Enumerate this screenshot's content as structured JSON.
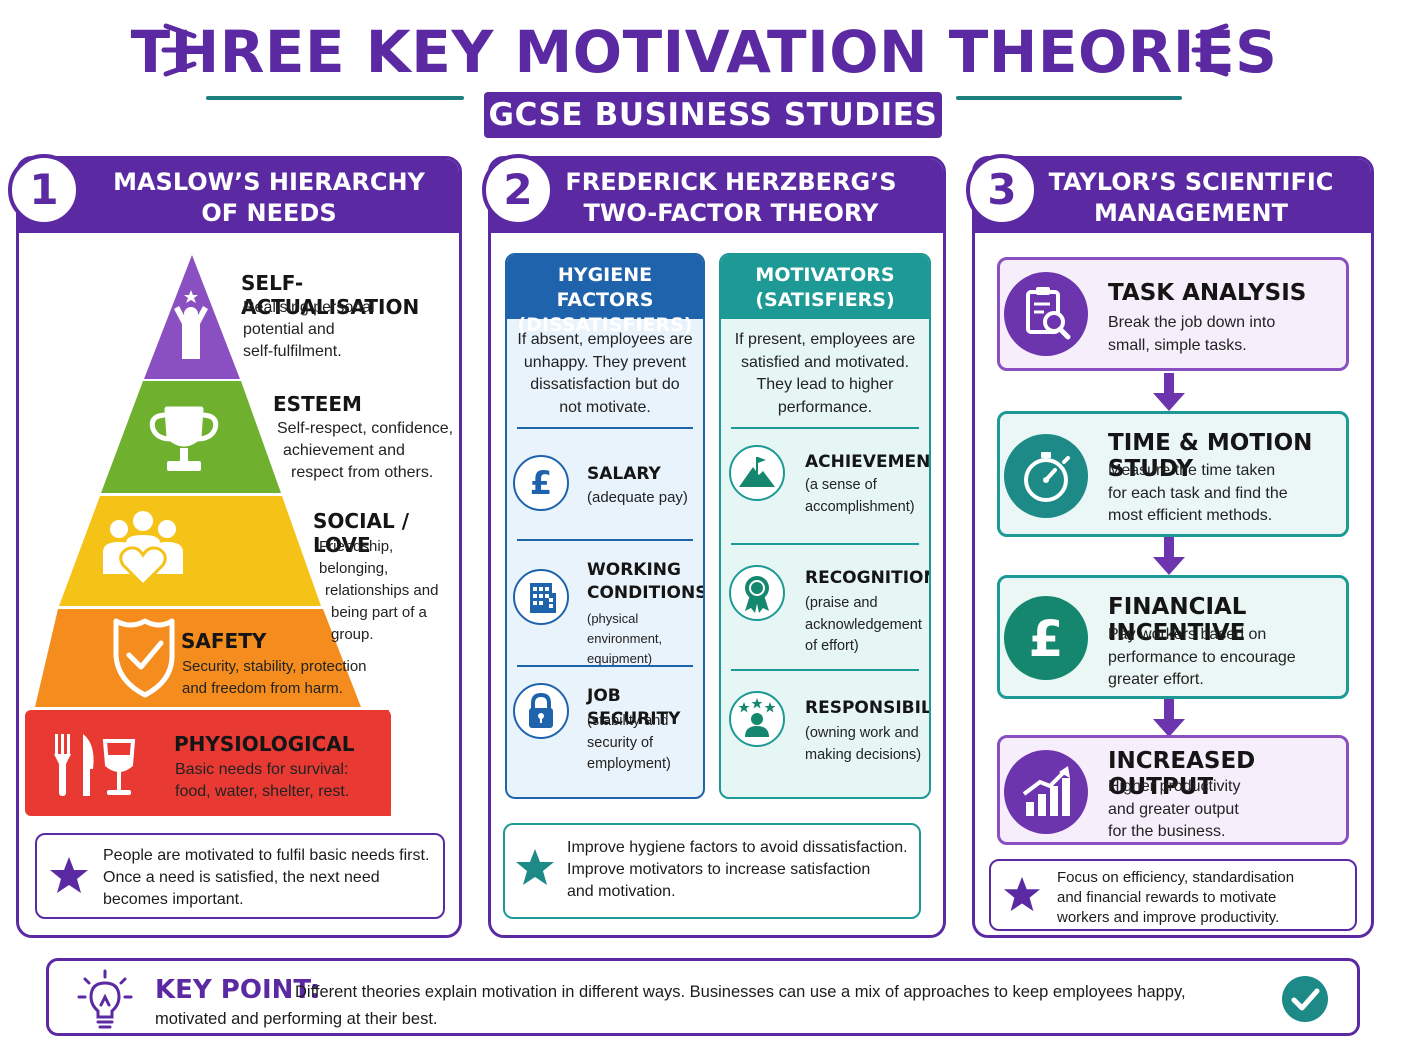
{
  "header": {
    "title": "THREE KEY MOTIVATION THEORIES",
    "subtitle": "GCSE BUSINESS STUDIES"
  },
  "colors": {
    "purple": "#5b2aa3",
    "teal": "#1d8a88",
    "blue": "#1f63ad",
    "green": "#15876e",
    "red": "#e83a32",
    "orange": "#f58d1e",
    "yellow": "#f5c217",
    "lime": "#6fb12f",
    "violet": "#8a4fc0"
  },
  "maslow": {
    "number": "1",
    "title_line1": "MASLOW’S HIERARCHY",
    "title_line2": "OF NEEDS",
    "levels": [
      {
        "name": "SELF-ACTUALISATION",
        "desc": [
          "Realising personal",
          "potential and",
          "self-fulfilment."
        ],
        "icon": "person-star-icon"
      },
      {
        "name": "ESTEEM",
        "desc": [
          "Self-respect, confidence,",
          "achievement and",
          "respect from others."
        ],
        "icon": "trophy-icon"
      },
      {
        "name": "SOCIAL / LOVE",
        "desc": [
          "Friendship, belonging,",
          "relationships and",
          "being part of a group."
        ],
        "icon": "group-heart-icon"
      },
      {
        "name": "SAFETY",
        "desc": [
          "Security, stability, protection",
          "and freedom from harm."
        ],
        "icon": "shield-check-icon"
      },
      {
        "name": "PHYSIOLOGICAL",
        "desc": [
          "Basic needs for survival:",
          "food, water, shelter, rest."
        ],
        "icon": "fork-knife-glass-icon"
      }
    ],
    "note": [
      "People are motivated to fulfil basic needs first.",
      "Once a need is satisfied, the next need",
      "becomes important."
    ]
  },
  "herzberg": {
    "number": "2",
    "title_line1": "FREDERICK HERZBERG’S",
    "title_line2": "TWO-FACTOR THEORY",
    "hygiene": {
      "title_line1": "HYGIENE FACTORS",
      "title_line2": "(DISSATISFIERS)",
      "intro": [
        "If absent, employees are",
        "unhappy. They prevent",
        "dissatisfaction but do",
        "not motivate."
      ],
      "items": [
        {
          "name": [
            "SALARY"
          ],
          "desc": [
            "(adequate pay)"
          ],
          "icon": "pound-icon"
        },
        {
          "name": [
            "WORKING",
            "CONDITIONS"
          ],
          "desc": [
            "(physical environment,",
            "equipment)"
          ],
          "icon": "building-icon"
        },
        {
          "name": [
            "JOB SECURITY"
          ],
          "desc": [
            "(stability and",
            "security of",
            "employment)"
          ],
          "icon": "padlock-icon"
        }
      ]
    },
    "motivators": {
      "title_line1": "MOTIVATORS",
      "title_line2": "(SATISFIERS)",
      "intro": [
        "If present, employees are",
        "satisfied and motivated.",
        "They lead to higher",
        "performance."
      ],
      "items": [
        {
          "name": [
            "ACHIEVEMENT"
          ],
          "desc": [
            "(a sense of",
            "accomplishment)"
          ],
          "icon": "mountain-flag-icon"
        },
        {
          "name": [
            "RECOGNITION"
          ],
          "desc": [
            "(praise and",
            "acknowledgement",
            "of effort)"
          ],
          "icon": "award-ribbon-icon"
        },
        {
          "name": [
            "RESPONSIBILITY"
          ],
          "desc": [
            "(owning work and",
            "making decisions)"
          ],
          "icon": "person-stars-icon"
        }
      ]
    },
    "note": [
      "Improve hygiene factors to avoid dissatisfaction.",
      "Improve motivators to increase satisfaction",
      "and motivation."
    ]
  },
  "taylor": {
    "number": "3",
    "title_line1": "TAYLOR’S SCIENTIFIC",
    "title_line2": "MANAGEMENT",
    "steps": [
      {
        "name": "TASK ANALYSIS",
        "desc": [
          "Break the job down into",
          "small, simple tasks."
        ],
        "icon": "clipboard-search-icon"
      },
      {
        "name": "TIME & MOTION STUDY",
        "desc": [
          "Measure the time taken",
          "for each task and find the",
          "most efficient methods."
        ],
        "icon": "stopwatch-icon"
      },
      {
        "name": "FINANCIAL INCENTIVE",
        "desc": [
          "Pay workers based on",
          "performance to encourage",
          "greater effort."
        ],
        "icon": "pound-icon"
      },
      {
        "name": "INCREASED OUTPUT",
        "desc": [
          "Higher productivity",
          "and greater output",
          "for the business."
        ],
        "icon": "bar-chart-up-icon"
      }
    ],
    "note": [
      "Focus on efficiency, standardisation",
      "and financial rewards to motivate",
      "workers and improve productivity."
    ]
  },
  "key_point": {
    "label": "KEY POINT:",
    "text_line1": "Different theories explain motivation in different ways. Businesses can use a mix of approaches to keep employees happy,",
    "text_line2": "motivated and performing at their best."
  }
}
